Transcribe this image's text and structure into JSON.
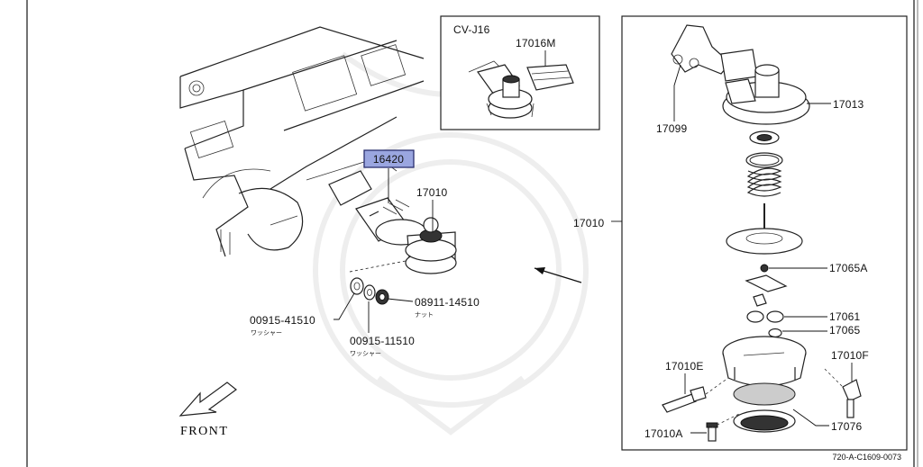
{
  "inset": {
    "title": "CV-J16",
    "part": "17016M"
  },
  "highlight": {
    "part": "16420",
    "color": "#9aa6e0"
  },
  "left_assembly": {
    "pump": "17010",
    "nut": {
      "code": "08911-14510",
      "note": "ナット"
    },
    "washer_left": {
      "code": "00915-41510",
      "note": "ワッシャー"
    },
    "washer_bottom": {
      "code": "00915-11510",
      "note": "ワッシャー"
    }
  },
  "exploded": {
    "group": "17010",
    "parts": [
      "17099",
      "17013",
      "17065A",
      "17061",
      "17065",
      "17010E",
      "17010F",
      "17010A",
      "17076"
    ]
  },
  "direction_label": "FRONT",
  "reference": "720-A-C1609-0073"
}
